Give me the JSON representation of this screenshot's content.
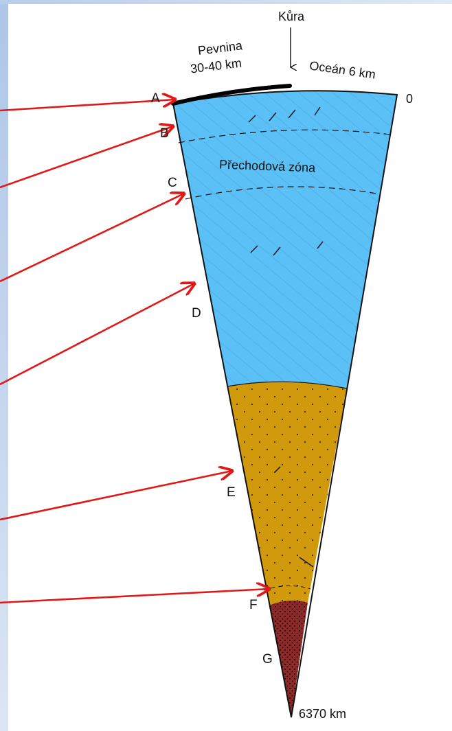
{
  "labels": {
    "kura": "Kůra",
    "pevnina": "Pevnina",
    "pevnina_depth": "30-40 km",
    "ocean": "Oceán 6 km",
    "zero": "0",
    "transition_zone": "Přechodová zóna",
    "center_depth": "6370 km",
    "layers": [
      "A",
      "B",
      "C",
      "D",
      "E",
      "F",
      "G"
    ]
  },
  "colors": {
    "mantle": "#5ac0f6",
    "outer_core": "#d19a0c",
    "inner_core": "#8c2a2a",
    "arrow": "#e01818",
    "outline": "#111111"
  }
}
